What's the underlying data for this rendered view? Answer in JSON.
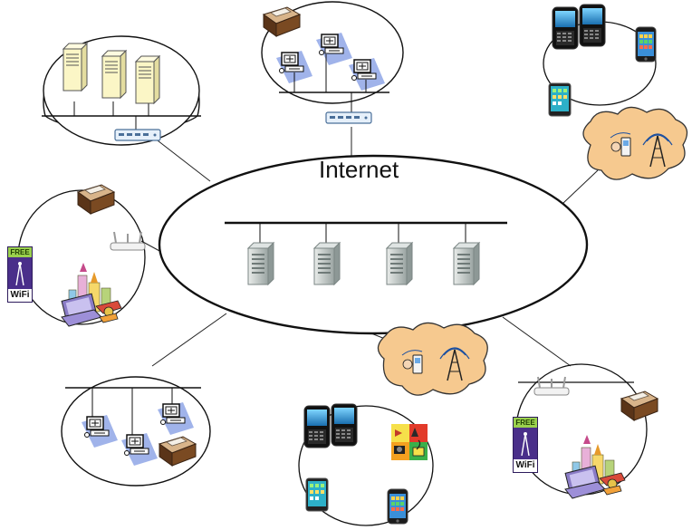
{
  "diagram": {
    "internet_label": "Internet",
    "wifi_badges": [
      {
        "free_text": "FREE",
        "wifi_text": "WiFi"
      },
      {
        "free_text": "FREE",
        "wifi_text": "WiFi"
      }
    ]
  },
  "colors": {
    "cloud_fill": "#f6c98f",
    "cloud_stroke": "#333333",
    "server_cream": "#fbf6c6",
    "rack_server": "#c9d2d0",
    "printer_brown": "#6b4226",
    "ellipse_stroke": "#111111"
  },
  "icons": [
    "server-tower-icon",
    "rack-server-icon",
    "workstation-icon",
    "printer-icon",
    "router-icon",
    "wireless-access-point-icon",
    "smartphone-icon",
    "cell-tower-icon",
    "free-wifi-badge-icon",
    "laptop-city-icon",
    "multimedia-icon"
  ]
}
